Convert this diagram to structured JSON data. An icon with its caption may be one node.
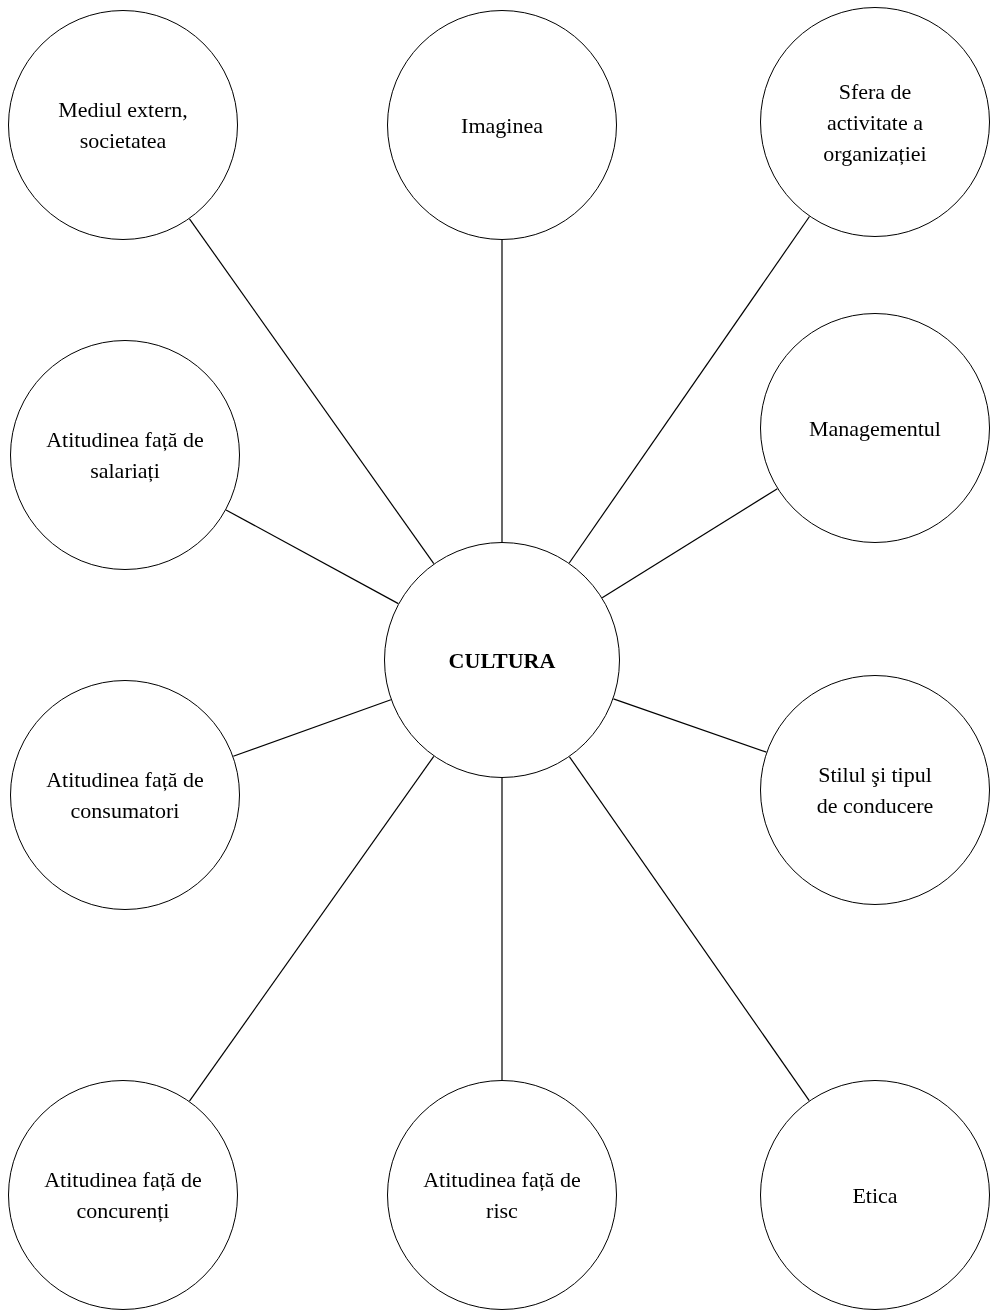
{
  "diagram": {
    "nodes": [
      {
        "text": [
          "Mediul extern, societatea"
        ]
      },
      {
        "text": [
          "Imaginea"
        ]
      },
      {
        "text": [
          "Sfera de activitate a organizației"
        ]
      },
      {
        "text": [
          "Atitudinea față de salariați"
        ]
      },
      {
        "text": [
          "Managementul"
        ]
      },
      {
        "text": [
          "CULTURA"
        ]
      },
      {
        "text": [
          "Atitudinea față de consumatori"
        ]
      },
      {
        "text": [
          "Stilul şi tipul de conducere"
        ]
      },
      {
        "text": [
          "Atitudinea față de concurenți"
        ]
      },
      {
        "text": [
          "Atitudinea față de risc"
        ]
      },
      {
        "text": [
          "Etica"
        ]
      }
    ],
    "edges": [
      {
        "from": 5,
        "to": 0,
        "arrow": "none"
      },
      {
        "from": 5,
        "to": 1,
        "arrow": "none"
      },
      {
        "from": 5,
        "to": 2,
        "arrow": "none"
      },
      {
        "from": 5,
        "to": 3,
        "arrow": "none"
      },
      {
        "from": 5,
        "to": 4,
        "arrow": "none"
      },
      {
        "from": 5,
        "to": 6,
        "arrow": "none"
      },
      {
        "from": 5,
        "to": 7,
        "arrow": "none"
      },
      {
        "from": 5,
        "to": 8,
        "arrow": "none"
      },
      {
        "from": 5,
        "to": 9,
        "arrow": "none"
      },
      {
        "from": 5,
        "to": 10,
        "arrow": "none"
      }
    ]
  }
}
